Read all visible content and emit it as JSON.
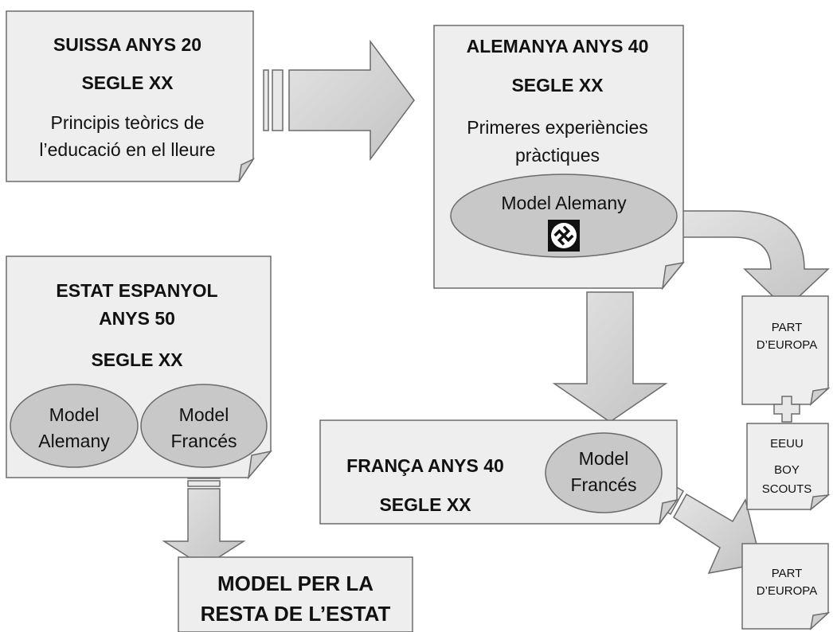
{
  "suissa": {
    "line1": "SUISSA ANYS 20",
    "line2": "SEGLE XX",
    "line3": "Principis teòrics de",
    "line4": "l’educació en el lleure"
  },
  "alemanya": {
    "line1": "ALEMANYA ANYS 40",
    "line2": "SEGLE XX",
    "line3": "Primeres experiències",
    "line4": "pràctiques",
    "model": "Model Alemany"
  },
  "estat": {
    "line1": "ESTAT ESPANYOL",
    "line2": "ANYS 50",
    "line3": "SEGLE XX",
    "model_alemany_1": "Model",
    "model_alemany_2": "Alemany",
    "model_frances_1": "Model",
    "model_frances_2": "Francés"
  },
  "franca": {
    "line1": "FRANÇA ANYS 40",
    "line2": "SEGLE XX",
    "model_1": "Model",
    "model_2": "Francés"
  },
  "part_europa_top": {
    "line1": "PART",
    "line2": "D’EUROPA"
  },
  "plus_sign": "+",
  "eeuu": {
    "line1": "EEUU",
    "line2": "BOY",
    "line3": "SCOUTS"
  },
  "part_europa_bottom": {
    "line1": "PART",
    "line2": "D’EUROPA"
  },
  "model_resta": {
    "line1": "MODEL PER LA",
    "line2": "RESTA DE L’ESTAT"
  },
  "colors": {
    "box_fill": "#eeeeee",
    "ellipse_fill": "#c8c8c8",
    "arrow_fill": "#cfcfcf",
    "stroke": "#6b6b6b"
  }
}
